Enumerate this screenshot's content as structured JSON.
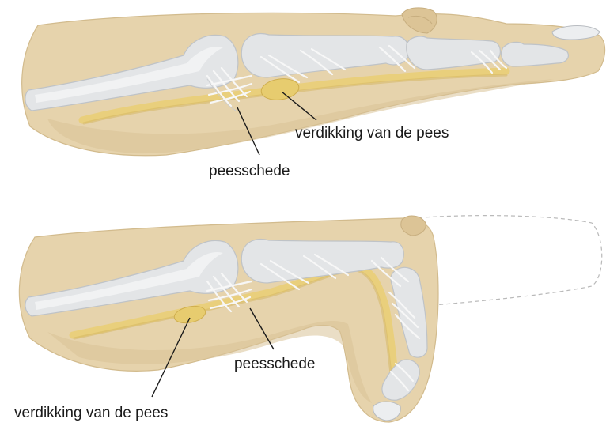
{
  "top_finger": {
    "label_thickening": "verdikking van de pees",
    "label_sheath": "peesschede"
  },
  "bottom_finger": {
    "label_sheath": "peesschede",
    "label_thickening": "verdikking van de pees"
  }
}
